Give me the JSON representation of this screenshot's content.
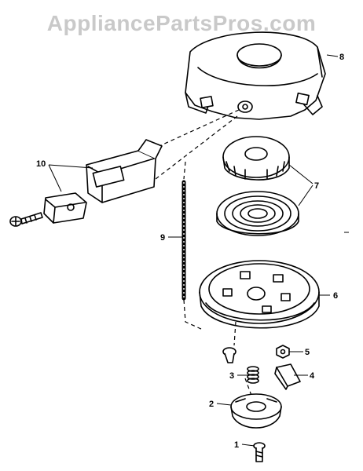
{
  "watermark": "AppliancePartsPros.com",
  "callouts": [
    {
      "label": "1",
      "part": "screw"
    },
    {
      "label": "2",
      "part": "cam-dog-retainer"
    },
    {
      "label": "3",
      "part": "spring"
    },
    {
      "label": "4",
      "part": "pawl-dog"
    },
    {
      "label": "5",
      "part": "nut"
    },
    {
      "label": "6",
      "part": "pulley"
    },
    {
      "label": "7",
      "part": "rewind-spring-and-cover"
    },
    {
      "label": "8",
      "part": "starter-housing"
    },
    {
      "label": "9",
      "part": "rope"
    },
    {
      "label": "10",
      "part": "handle-and-insert"
    }
  ]
}
